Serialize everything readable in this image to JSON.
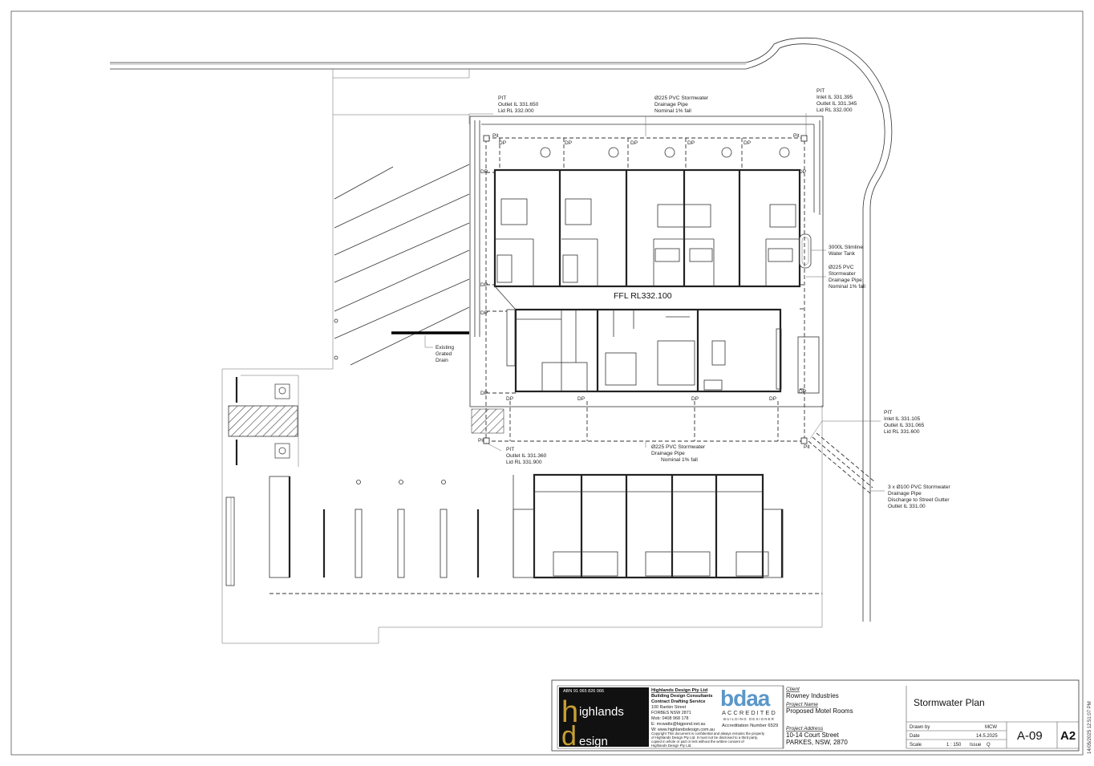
{
  "annotations": {
    "pit_nw": [
      "PIT",
      "Outlet IL 331.650",
      "Lid RL 332.000"
    ],
    "pipe_north": [
      "Ø225 PVC Stormwater",
      "Drainage Pipe",
      "Nominal 1% fall"
    ],
    "pit_ne": [
      "PIT",
      "Inlet IL 331.395",
      "Outlet IL 331.345",
      "Lid RL 332.000"
    ],
    "tank": [
      "3000L Slimline",
      "Water Tank"
    ],
    "pipe_east": [
      "Ø225 PVC",
      "Stormwater",
      "Drainage Pipe",
      "Nominal 1% fall"
    ],
    "ffl": "FFL RL332.100",
    "drain": [
      "Existing",
      "Grated",
      "Drain"
    ],
    "pit_se": [
      "PIT",
      "Inlet IL 331.105",
      "Outlet IL 331.065",
      "Lid RL 331.600"
    ],
    "pit_sw": [
      "PIT",
      "Outlet IL 331.360",
      "Lid RL 331.900"
    ],
    "pipe_south": [
      "Ø225 PVC Stormwater",
      "Drainage Pipe",
      "Nominal 1% fall"
    ],
    "discharge": [
      "3 x Ø100 PVC Stormwater",
      "Drainage Pipe",
      "Discharge to Street Gutter",
      "Outlet IL 331.00"
    ],
    "pit_tag": "Pit",
    "dp_tag": "DP"
  },
  "title_block": {
    "abn": "ABN 91 065 826 066",
    "logo_h": "h",
    "logo_ighlands": "ighlands",
    "logo_d": "d",
    "logo_esign": "esign",
    "company": "Highlands Design Pty Ltd",
    "services": [
      "Building Design Consultants",
      "Contract Drafting Service"
    ],
    "address": [
      "100 Rankin Street",
      "FORBES NSW 2871",
      "Mob: 0408 968 178",
      "E: mcwatts@bigpond.net.au",
      "W: www.highlandsdesign.com.au"
    ],
    "copyright": [
      "Copyright This document is confidential and always remains the property",
      "of Highlands Design Pty Ltd. It must not be disclosed to a third party,",
      "copied in whole or part or lent without the written consent of",
      "Highlands Design Pty Ltd."
    ],
    "bdaa_logo": "bdaa",
    "accredited": "ACCREDITED",
    "building_designer": "BUILDING DESIGNER",
    "accreditation": "Accreditation Number 6529",
    "client_label": "Client",
    "client": "Rowney Industries",
    "project_name_label": "Project Name",
    "project_name": "Proposed Motel Rooms",
    "project_address_label": "Project Address",
    "address_line1": "10-14 Court Street",
    "address_line2": "PARKES, NSW, 2870",
    "drawing_title": "Stormwater Plan",
    "drawn_by_label": "Drawn by",
    "drawn_by": "MCW",
    "date_label": "Date",
    "date": "14.5.2025",
    "scale_label": "Scale",
    "scale": "1 : 150",
    "issue_label": "Issue",
    "issue": "Q",
    "sheet_number": "A-09",
    "sheet_size": "A2",
    "timestamp": "14/05/2025 12:51:07 PM"
  },
  "colors": {
    "logo_gold": "#c8a032",
    "logo_black": "#111111",
    "bdaa_blue": "#5a97c9"
  }
}
